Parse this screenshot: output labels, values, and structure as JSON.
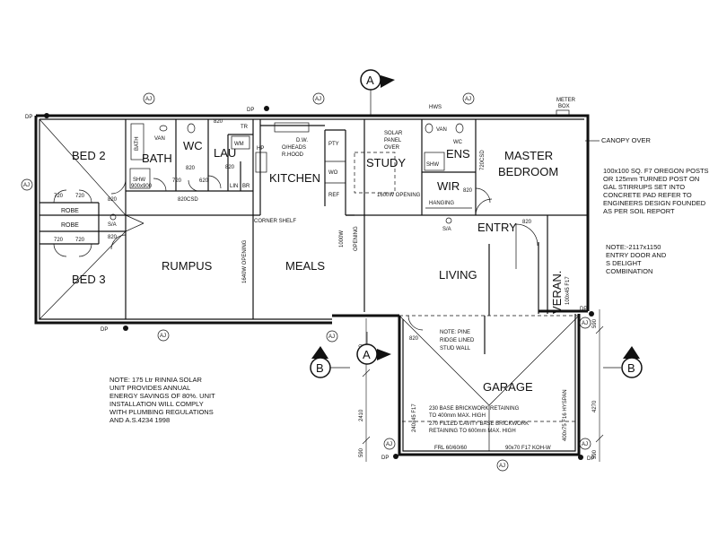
{
  "rooms": {
    "bed2": "BED 2",
    "bath": "BATH",
    "wc": "WC",
    "lau": "LAU",
    "kitchen": "KITCHEN",
    "study": "STUDY",
    "ens": "ENS",
    "master_bedroom_line1": "MASTER",
    "master_bedroom_line2": "BEDROOM",
    "wir": "WIR",
    "bed3": "BED 3",
    "rumpus": "RUMPUS",
    "meals": "MEALS",
    "living": "LIVING",
    "entry": "ENTRY",
    "garage": "GARAGE",
    "veranda": "VERAN.",
    "robe_top": "ROBE",
    "robe_bottom": "ROBE"
  },
  "fixtures": {
    "bath_label": "BATH",
    "van_left": "VAN",
    "shw_left": "SHW",
    "shw_left_size": "900x900",
    "wm": "WM",
    "tr": "TR",
    "hp": "HP",
    "lin": "LIN",
    "br": "BR",
    "dw": "D.W.",
    "oheads": "O/HEADS",
    "rhood": "R.HOOD",
    "pty": "PTY",
    "wo": "WO",
    "ref": "REF",
    "solar_panel_line1": "SOLAR",
    "solar_panel_line2": "PANEL",
    "solar_panel_line3": "OVER",
    "hws": "HWS",
    "van_right": "VAN",
    "wc_right": "WC",
    "shw_right": "SHW",
    "hanging": "HANGING",
    "meter_box_line1": "METER",
    "meter_box_line2": "BOX",
    "corner_shelf": "CORNER SHELF",
    "opening_1600": "1600W OPENING",
    "opening_1640": "1640W OPENING",
    "opening_1000_line1": "1000W",
    "opening_1000_line2": "OPENING",
    "csd_820": "820CSD",
    "csd_720": "720CSD",
    "sa_left": "S/A",
    "sa_right": "S/A",
    "veranda_post": "100x45 F17",
    "pine_note_line1": "NOTE: PINE",
    "pine_note_line2": "RIDGE LINED",
    "pine_note_line3": "STUD WALL",
    "garage_post_left": "240x45 F17",
    "garage_post_right": "400x75 F16 HYSPAN",
    "frl": "FRL 60/60/60",
    "koh": "90x70 F17 KOH-W",
    "brick_note_line1": "230 BASE BRICKWORK RETAINING",
    "brick_note_line2": "TO 400mm MAX. HIGH",
    "brick_note_line3": "270 FILLED CAVITY BASE BRICKWORK",
    "brick_note_line4": "RETAINING TO 600mm MAX. HIGH"
  },
  "doors": {
    "d720a": "720",
    "d720b": "720",
    "d720c": "720",
    "d720d": "720",
    "d720e": "720",
    "d820a": "820",
    "d820b": "820",
    "d820c": "820",
    "d820d": "820",
    "d820e": "820",
    "d820f": "820",
    "d820g": "820",
    "d820h": "820",
    "d620": "620"
  },
  "dimensions": {
    "d590_top": "590",
    "d2410": "2410",
    "d590_bottom": "590",
    "d590_right_top": "590",
    "d4270": "4270",
    "d590_right_bottom": "590"
  },
  "markers": {
    "aj": "AJ",
    "dp": "DP",
    "section_a": "A",
    "section_b": "B"
  },
  "notes": {
    "canopy": "CANOPY OVER",
    "posts": [
      "100x100 SQ. F7 OREGON POSTS",
      "OR 125mm TURNED POST ON",
      "GAL STIRRUPS SET INTO",
      "CONCRETE PAD REFER TO",
      "ENGINEERS DESIGN FOUNDED",
      "AS PER SOIL REPORT"
    ],
    "entry_door": [
      "NOTE:-2117x1150",
      "ENTRY DOOR AND",
      "S DELIGHT",
      "COMBINATION"
    ],
    "solar": [
      "NOTE: 175 Ltr RINNIA SOLAR",
      "UNIT PROVIDES ANNUAL",
      "ENERGY SAVINGS OF 80%. UNIT",
      "INSTALLATION WILL COMPLY",
      "WITH PLUMBING REGULATIONS",
      "AND A.S.4234 1998"
    ]
  }
}
